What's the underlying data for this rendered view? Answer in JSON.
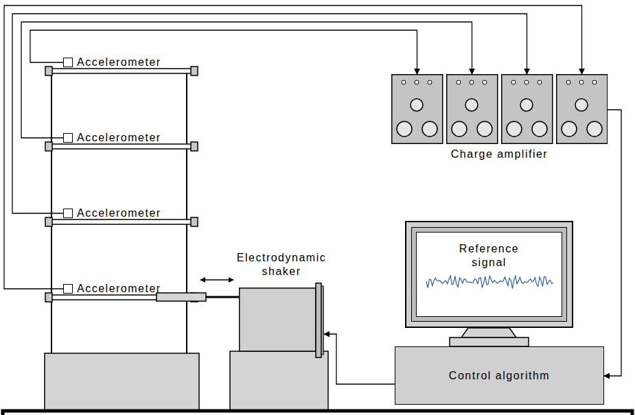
{
  "diagram": {
    "nodes": [
      {
        "text": [
          "Accelerometer"
        ]
      },
      {
        "text": [
          "Accelerometer"
        ]
      },
      {
        "text": [
          "Accelerometer"
        ]
      },
      {
        "text": [
          "Accelerometer"
        ]
      },
      {
        "text": [
          "Charge amplifier"
        ]
      },
      {
        "text": [
          "Electrodynamic shaker"
        ]
      },
      {
        "text": [
          "Reference signal"
        ]
      },
      {
        "text": [
          "Control algorithm"
        ]
      }
    ],
    "edges": [
      {
        "from": 0,
        "to": 4,
        "arrow": "to"
      },
      {
        "from": 1,
        "to": 4,
        "arrow": "to"
      },
      {
        "from": 2,
        "to": 4,
        "arrow": "to"
      },
      {
        "from": 3,
        "to": 4,
        "arrow": "to"
      },
      {
        "from": 4,
        "to": 7,
        "arrow": "to"
      },
      {
        "from": 7,
        "to": 5,
        "arrow": "to"
      }
    ]
  }
}
